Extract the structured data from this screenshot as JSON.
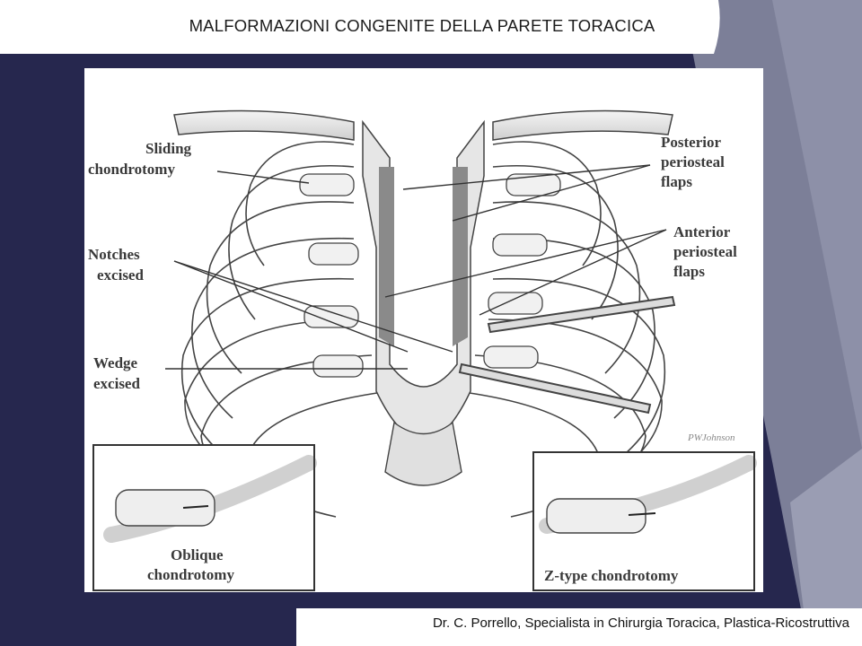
{
  "slide": {
    "title": "MALFORMAZIONI CONGENITE DELLA PARETE TORACICA",
    "footer": "Dr. C. Porrello, Specialista in Chirurgia Toracica, Plastica-Ricostruttiva"
  },
  "figure": {
    "labels": {
      "sliding_1": "Sliding",
      "sliding_2": "chondrotomy",
      "notches_1": "Notches",
      "notches_2": "excised",
      "wedge_1": "Wedge",
      "wedge_2": "excised",
      "posterior_1": "Posterior",
      "posterior_2": "periosteal",
      "posterior_3": "flaps",
      "anterior_1": "Anterior",
      "anterior_2": "periosteal",
      "anterior_3": "flaps",
      "oblique_1": "Oblique",
      "oblique_2": "chondrotomy",
      "ztype": "Z-type chondrotomy",
      "signature": "PWJohnson"
    }
  },
  "colors": {
    "background_navy": "#26274e",
    "background_grey": "#6b6f8a",
    "header_band": "#ffffff"
  }
}
